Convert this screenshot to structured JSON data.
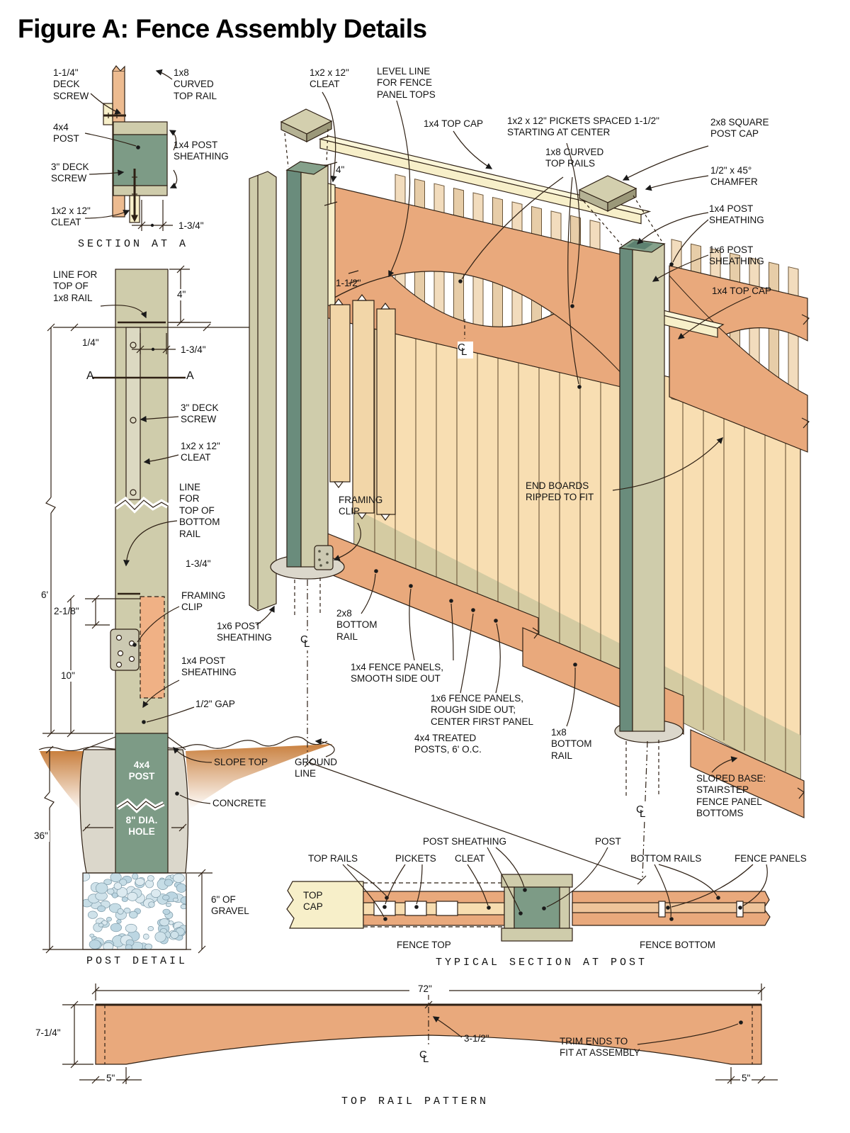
{
  "title": "Figure A: Fence Assembly Details",
  "symbols": {
    "centerline_c": "C",
    "centerline_l": "L"
  },
  "section_at_a": {
    "caption": "SECTION AT A",
    "labels": {
      "deck_screw_114": "1-1/4\"\nDECK\nSCREW",
      "curved_top_rail": "1x8\nCURVED\nTOP RAIL",
      "post_4x4": "4x4\nPOST",
      "post_sheathing_1x4": "1x4 POST\nSHEATHING",
      "deck_screw_3": "3\" DECK\nSCREW",
      "cleat": "1x2 x 12\"\nCLEAT",
      "dim_134": "1-3/4\""
    }
  },
  "post_detail": {
    "caption": "POST DETAIL",
    "labels": {
      "line_top_rail": "LINE FOR\nTOP OF\n1x8 RAIL",
      "dim_4": "4\"",
      "dim_quarter": "1/4\"",
      "dim_134_top": "1-3/4\"",
      "marker_a_left": "A",
      "marker_a_right": "A",
      "deck_screw_3": "3\" DECK\nSCREW",
      "cleat": "1x2 x 12\"\nCLEAT",
      "dim_6ft": "6'",
      "line_bottom_rail": "LINE\nFOR\nTOP OF\nBOTTOM\nRAIL",
      "dim_134_bottom": "1-3/4\"",
      "dim_218": "2-1/8\"",
      "framing_clip": "FRAMING\nCLIP",
      "dim_10": "10\"",
      "post_sheathing_1x4": "1x4 POST\nSHEATHING",
      "half_gap": "1/2\" GAP",
      "post_4x4": "4x4\nPOST",
      "slope_top": "SLOPE TOP",
      "ground_line": "GROUND\nLINE",
      "concrete": "CONCRETE",
      "hole_8": "8\" DIA.\nHOLE",
      "dim_36": "36\"",
      "gravel_6": "6\" OF\nGRAVEL"
    }
  },
  "main": {
    "labels": {
      "cleat": "1x2 x 12\"\nCLEAT",
      "level_line": "LEVEL LINE\nFOR FENCE\nPANEL TOPS",
      "top_cap_left": "1x4 TOP CAP",
      "pickets": "1x2 x 12\" PICKETS SPACED 1-1/2\"\nSTARTING AT CENTER",
      "curved_rails": "1x8 CURVED\nTOP RAILS",
      "post_cap": "2x8 SQUARE\nPOST CAP",
      "chamfer": "1/2\" x 45°\nCHAMFER",
      "post_sheathing_1x4": "1x4 POST\nSHEATHING",
      "post_sheathing_1x6": "1x6 POST\nSHEATHING",
      "top_cap_right": "1x4 TOP CAP",
      "dim_4": "4\"",
      "dim_112": "1-1/2\"",
      "end_boards": "END BOARDS\nRIPPED TO FIT",
      "framing_clip": "FRAMING\nCLIP",
      "post_sheathing_1x6_left": "1x6 POST\nSHEATHING",
      "bottom_rail_2x8": "2x8\nBOTTOM\nRAIL",
      "panels_1x4": "1x4 FENCE PANELS,\nSMOOTH SIDE OUT",
      "panels_1x6": "1x6 FENCE PANELS,\nROUGH SIDE OUT;\nCENTER FIRST PANEL",
      "treated_posts": "4x4 TREATED\nPOSTS, 6' O.C.",
      "bottom_rail_1x8": "1x8\nBOTTOM\nRAIL",
      "sloped_base": "SLOPED BASE:\nSTAIRSTEP\nFENCE PANEL\nBOTTOMS"
    }
  },
  "typical_section": {
    "caption": "TYPICAL SECTION AT POST",
    "labels": {
      "post_sheathing": "POST SHEATHING",
      "post": "POST",
      "top_rails": "TOP RAILS",
      "pickets": "PICKETS",
      "cleat": "CLEAT",
      "bottom_rails": "BOTTOM RAILS",
      "fence_panels": "FENCE PANELS",
      "top_cap": "TOP\nCAP",
      "fence_top": "FENCE TOP",
      "fence_bottom": "FENCE BOTTOM"
    }
  },
  "top_rail_pattern": {
    "caption": "TOP RAIL PATTERN",
    "labels": {
      "dim_72": "72\"",
      "dim_714": "7-1/4\"",
      "dim_312": "3-1/2\"",
      "trim_ends": "TRIM ENDS TO\nFIT AT ASSEMBLY",
      "dim_5_left": "5\"",
      "dim_5_right": "5\""
    }
  },
  "colors": {
    "post_green": "#7d9b86",
    "post_green_dark": "#6a8c7c",
    "post_green_top": "#85a18b",
    "sheathing_olive": "#cfccab",
    "sheathing_dark": "#a9a687",
    "cap_cream": "#f7efc9",
    "rail_orange": "#e9a97c",
    "panel_tan": "#f8deb2",
    "panel_shade": "#cfc9a0",
    "concrete": "#dbd7cb",
    "soil": "#c9803f",
    "gravel_blue": "#c6dde6"
  }
}
